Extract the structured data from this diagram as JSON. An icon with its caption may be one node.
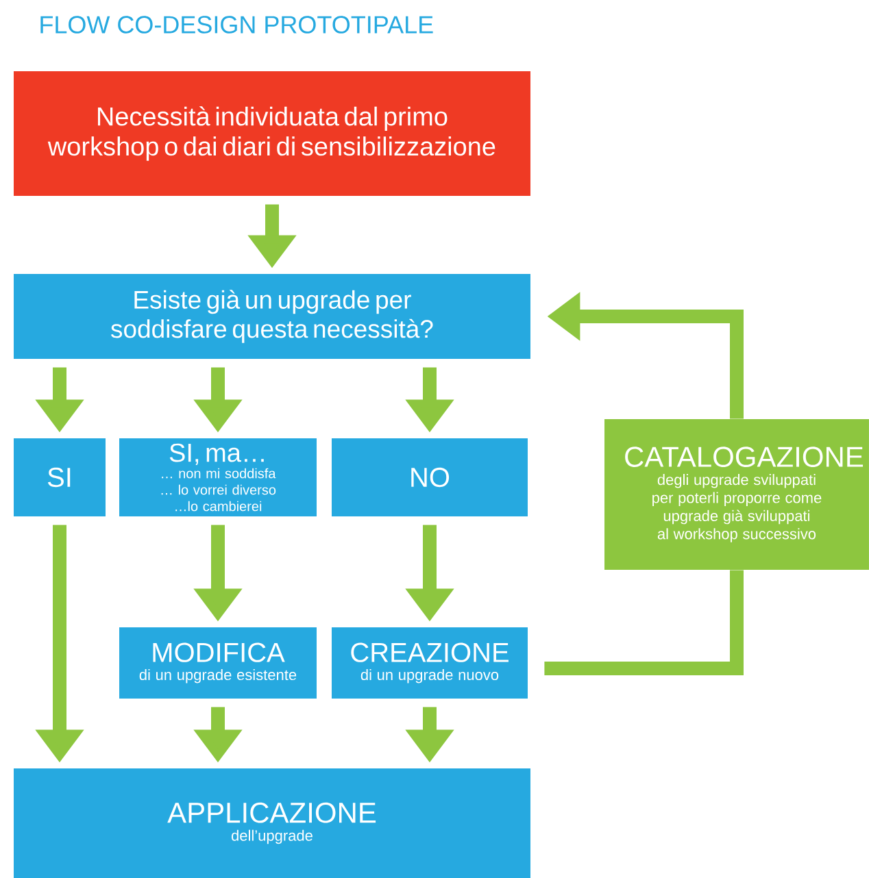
{
  "diagram": {
    "title": "FLOW CO-DESIGN PROTOTIPALE",
    "nodes": [
      {
        "text": [
          "Necessità individuata dal primo workshop o dai diari di sensibilizzazione"
        ]
      },
      {
        "text": [
          "Esiste già un upgrade per soddisfare questa necessità?"
        ]
      },
      {
        "text": [
          "SI"
        ]
      },
      {
        "text": [
          "SI, ma…",
          "… non mi soddisfa … lo vorrei diverso …lo cambierei"
        ]
      },
      {
        "text": [
          "NO"
        ]
      },
      {
        "text": [
          "MODIFICA",
          "di un upgrade esistente"
        ]
      },
      {
        "text": [
          "CREAZIONE",
          "di un upgrade nuovo"
        ]
      },
      {
        "text": [
          "APPLICAZIONE",
          "dell’upgrade"
        ]
      },
      {
        "text": [
          "CATALOGAZIONE",
          "degli upgrade sviluppati per poterli proporre come upgrade già sviluppati al workshop successivo"
        ]
      }
    ],
    "edges": [
      {
        "from": 0,
        "to": 1,
        "arrow": "to"
      },
      {
        "from": 1,
        "to": 2,
        "arrow": "to"
      },
      {
        "from": 1,
        "to": 3,
        "arrow": "to"
      },
      {
        "from": 1,
        "to": 4,
        "arrow": "to"
      },
      {
        "from": 3,
        "to": 5,
        "arrow": "to"
      },
      {
        "from": 4,
        "to": 6,
        "arrow": "to"
      },
      {
        "from": 2,
        "to": 7,
        "arrow": "to"
      },
      {
        "from": 5,
        "to": 7,
        "arrow": "to"
      },
      {
        "from": 6,
        "to": 7,
        "arrow": "to"
      },
      {
        "from": 6,
        "to": 8,
        "arrow": "none"
      },
      {
        "from": 8,
        "to": 1,
        "arrow": "to"
      }
    ]
  }
}
